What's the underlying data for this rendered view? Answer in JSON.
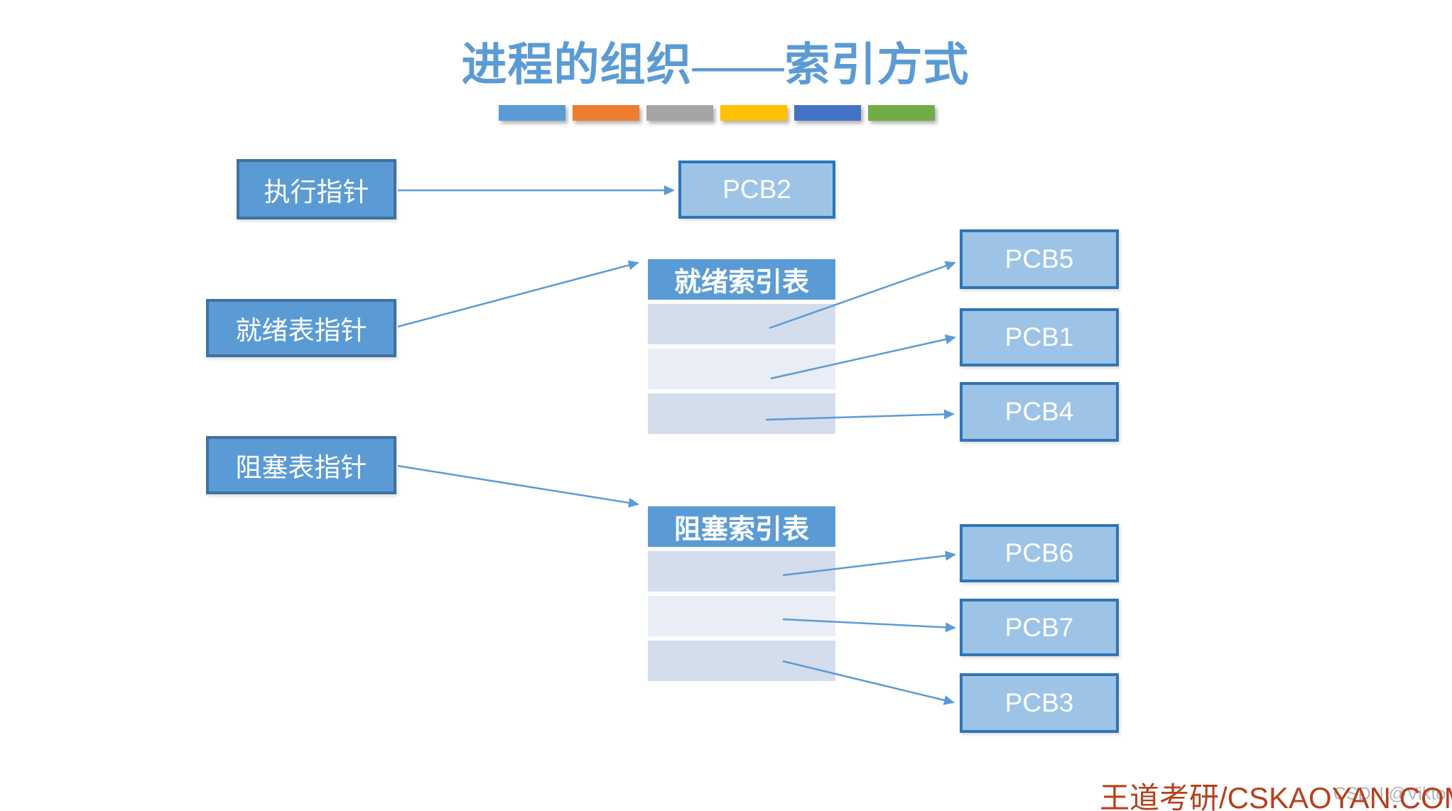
{
  "title": "进程的组织——索引方式",
  "accent_bars": [
    "#5b9bd5",
    "#ed7d31",
    "#a5a5a5",
    "#ffc000",
    "#4472c4",
    "#70ad47"
  ],
  "pointers": {
    "exec_label": "执行指针",
    "ready_label": "就绪表指针",
    "blocked_label": "阻塞表指针"
  },
  "index_tables": {
    "ready": {
      "title": "就绪索引表",
      "rows": 3
    },
    "blocked": {
      "title": "阻塞索引表",
      "rows": 3
    }
  },
  "pcb_boxes": {
    "running": "PCB2",
    "ready": [
      "PCB5",
      "PCB1",
      "PCB4"
    ],
    "blocked": [
      "PCB6",
      "PCB7",
      "PCB3"
    ]
  },
  "footer": {
    "brand": "王道考研/CSKAOYAN.COM",
    "watermark": "CSDN @Viktoriae"
  },
  "colors": {
    "title_blue": "#5b9bd5",
    "pointer_box_fill": "#5b9bd5",
    "pointer_box_border": "#41719c",
    "pcb_box_fill": "#9dc3e6",
    "pcb_box_border": "#2e75b6",
    "table_header_fill": "#5b9bd5",
    "table_row_dark": "#d3ddec",
    "table_row_light": "#e9edf5",
    "arrow_blue": "#5b9bd5",
    "brand_red": "#b5401d",
    "watermark_gray": "#b0b3ba"
  }
}
